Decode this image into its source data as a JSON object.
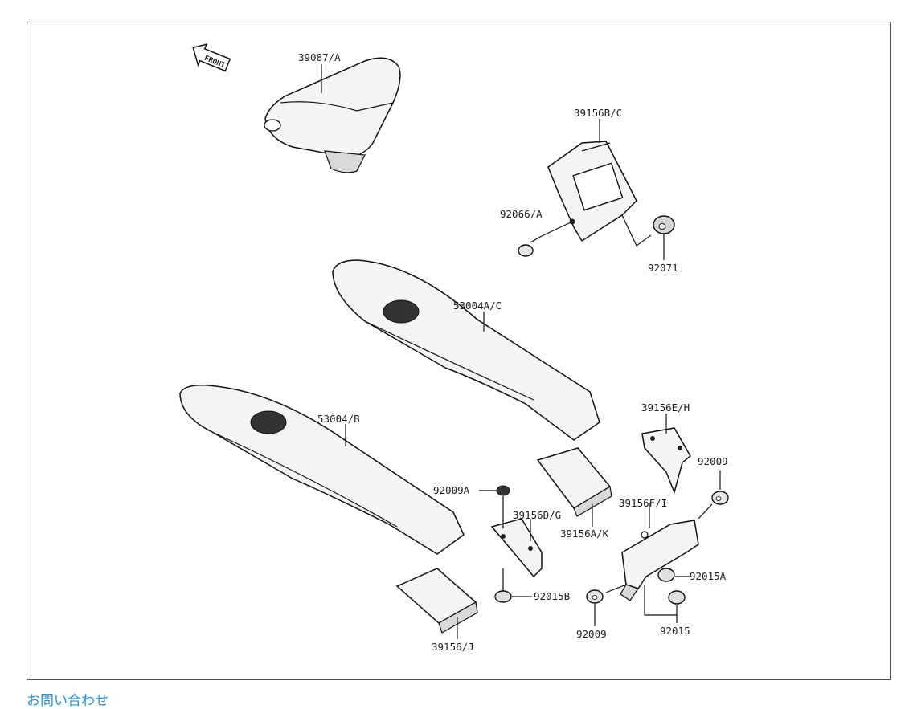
{
  "diagram": {
    "front_label": "FRONT",
    "labels": {
      "p39087A": "39087/A",
      "p39156BC": "39156B/C",
      "p92066A": "92066/A",
      "p92071": "92071",
      "p53004AC": "53004A/C",
      "p53004B": "53004/B",
      "p39156EH": "39156E/H",
      "p92009_top": "92009",
      "p92009A": "92009A",
      "p39156FI": "39156F/I",
      "p39156DG": "39156D/G",
      "p39156AK": "39156A/K",
      "p92015A": "92015A",
      "p92015B": "92015B",
      "p92009_bottom": "92009",
      "p92015": "92015",
      "p39156J": "39156/J"
    }
  },
  "footer": {
    "contact_link": "お問い合わせ"
  },
  "colors": {
    "link": "#2a8fd0",
    "frame_border": "#555555"
  }
}
